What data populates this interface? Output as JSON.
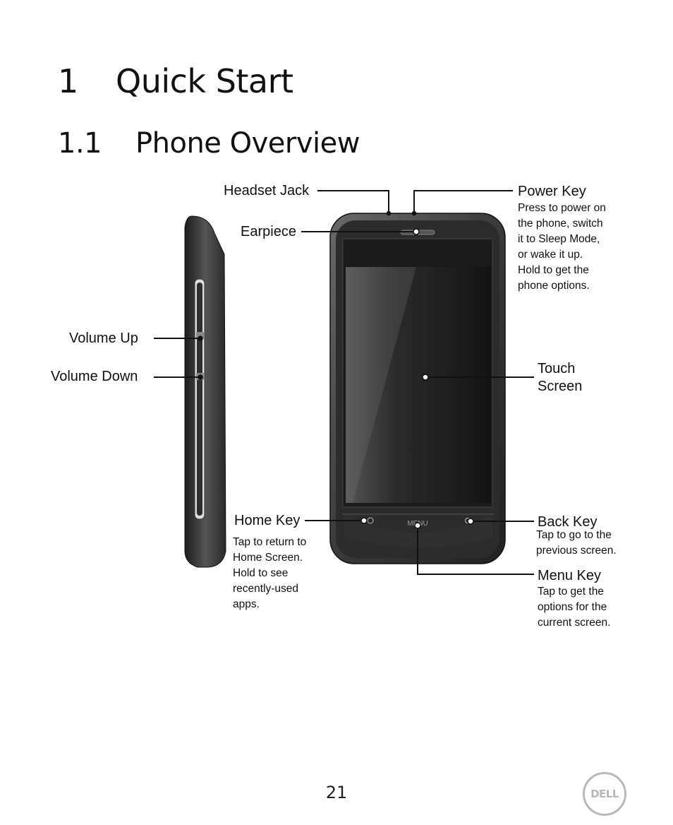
{
  "heading1": {
    "number": "1",
    "title": "Quick Start"
  },
  "heading2": {
    "number": "1.1",
    "title": "Phone Overview"
  },
  "labels": {
    "headset_jack": "Headset Jack",
    "earpiece": "Earpiece",
    "power_key": "Power Key",
    "power_key_desc": "Press to power on\nthe phone, switch\nit to Sleep Mode,\nor wake it up.\nHold to get the\nphone options.",
    "volume_up": "Volume Up",
    "volume_down": "Volume Down",
    "touch_screen": "Touch\nScreen",
    "home_key": "Home Key",
    "home_key_desc": "Tap to return to\nHome Screen.\nHold to see\nrecently-used\napps.",
    "back_key": "Back Key",
    "back_key_desc": "Tap to go to the\nprevious screen.",
    "menu_key": "Menu Key",
    "menu_key_desc": "Tap to get the\noptions for the\ncurrent screen.",
    "menu_button_text": "MENU"
  },
  "page_number": "21",
  "logo_text": "DELL"
}
